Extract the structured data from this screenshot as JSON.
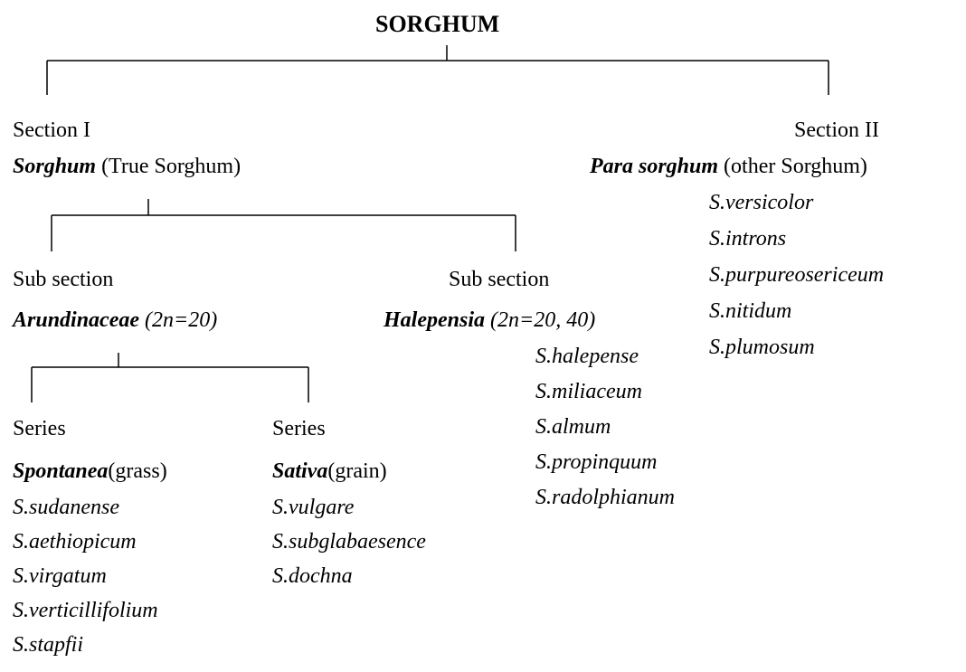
{
  "title": "SORGHUM",
  "section1": {
    "label": "Section I",
    "name": "Sorghum",
    "note": " (True Sorghum)",
    "sub1": {
      "label": "Sub section",
      "name": "Arundinaceae",
      "chromosomes": " (2n=20)",
      "series1": {
        "label": "Series",
        "name": "Spontanea",
        "note": "(grass)",
        "species": [
          "S.sudanense",
          "S.aethiopicum",
          "S.virgatum",
          "S.verticillifolium",
          "S.stapfii"
        ]
      },
      "series2": {
        "label": "Series",
        "name": "Sativa",
        "note": "(grain)",
        "species": [
          "S.vulgare",
          "S.subglabaesence",
          "S.dochna"
        ]
      }
    },
    "sub2": {
      "label": "Sub section",
      "name": "Halepensia",
      "chromosomes": " (2n=20, 40)",
      "species": [
        "S.halepense",
        "S.miliaceum",
        "S.almum",
        "S.propinquum",
        "S.radolphianum"
      ]
    }
  },
  "section2": {
    "label": "Section II",
    "name": "Para sorghum",
    "note": " (other Sorghum)",
    "species": [
      "S.versicolor",
      "S.introns",
      "S.purpureosericeum",
      "S.nitidum",
      "S.plumosum"
    ]
  }
}
